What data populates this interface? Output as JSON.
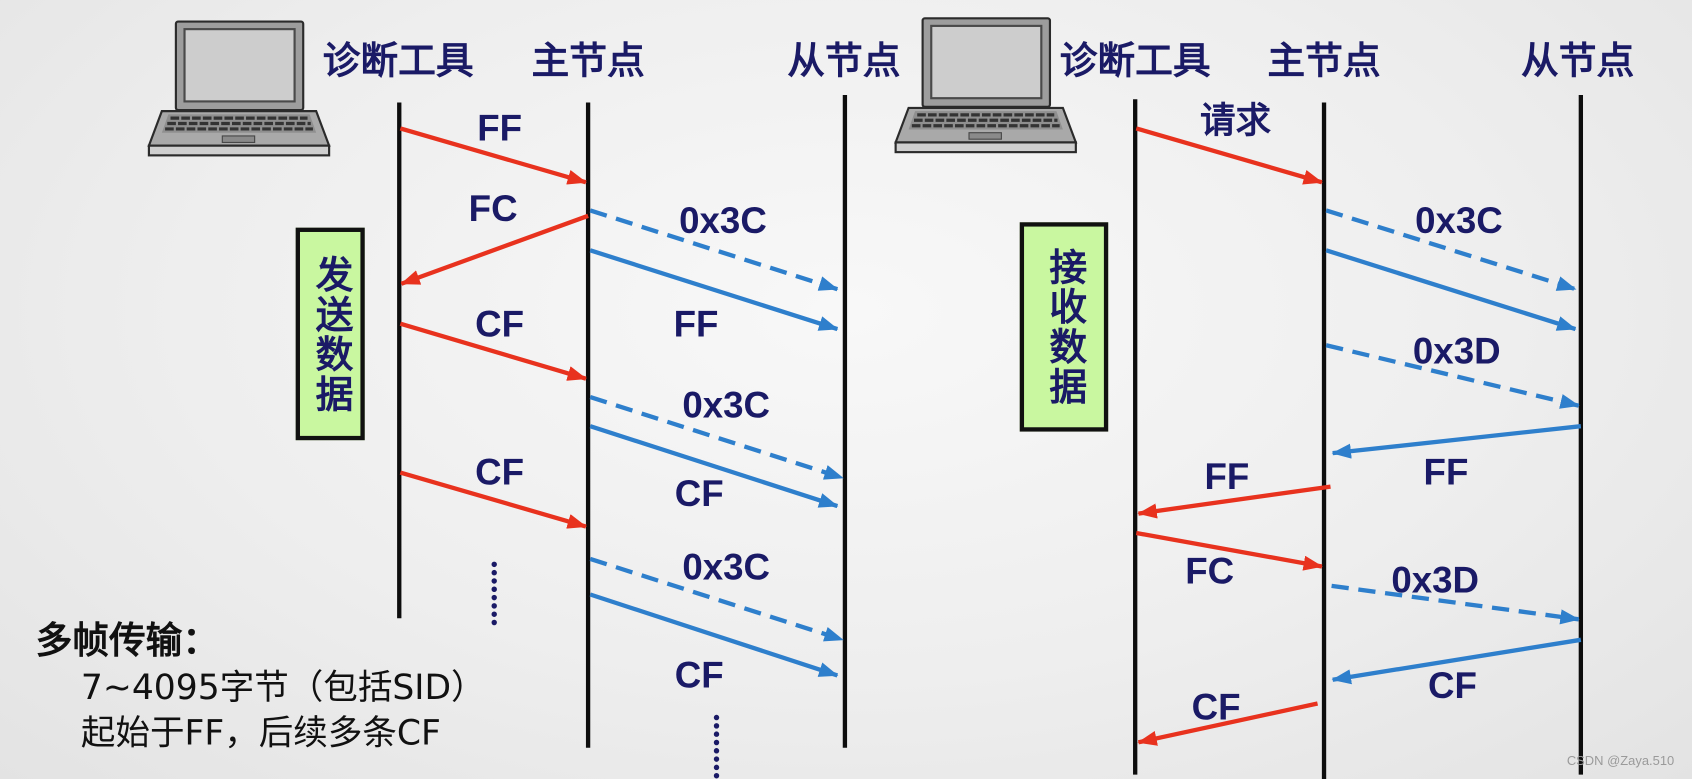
{
  "colors": {
    "red_arrow": "#e8321e",
    "blue_arrow": "#2e7fcc",
    "label_text": "#1a1a66",
    "lifeline": "#0d0d0d",
    "box_fill": "#c9f7a0"
  },
  "icons": {
    "tool": "laptop-icon"
  },
  "left": {
    "headers": {
      "tool": "诊断工具",
      "master": "主节点",
      "slave": "从节点"
    },
    "box_label": "发送数据",
    "labels": [
      "FF",
      "FC",
      "0x3C",
      "FF",
      "CF",
      "0x3C",
      "CF",
      "CF",
      "0x3C",
      "CF"
    ]
  },
  "right": {
    "headers": {
      "tool": "诊断工具",
      "master": "主节点",
      "slave": "从节点"
    },
    "box_label": "接收数据",
    "labels": [
      "请求",
      "0x3C",
      "0x3D",
      "FF",
      "FF",
      "FC",
      "0x3D",
      "CF",
      "CF"
    ]
  },
  "notes": {
    "title": "多帧传输：",
    "lines": [
      "7~4095字节（包括SID）",
      "起始于FF，后续多条CF"
    ]
  },
  "watermark": "CSDN @Zaya.510"
}
